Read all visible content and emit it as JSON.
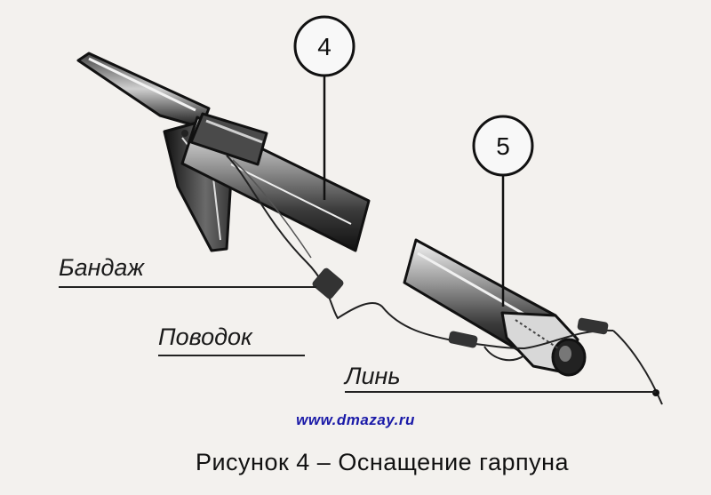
{
  "callouts": [
    {
      "number": "4"
    },
    {
      "number": "5"
    }
  ],
  "labels": {
    "bandage": "Бандаж",
    "leader": "Поводок",
    "line": "Линь"
  },
  "watermark": "www.dmazay.ru",
  "caption": "Рисунок 4 – Оснащение гарпуна",
  "colors": {
    "ink": "#111111",
    "background": "#f3f1ee",
    "watermark": "#1a1aa8"
  }
}
